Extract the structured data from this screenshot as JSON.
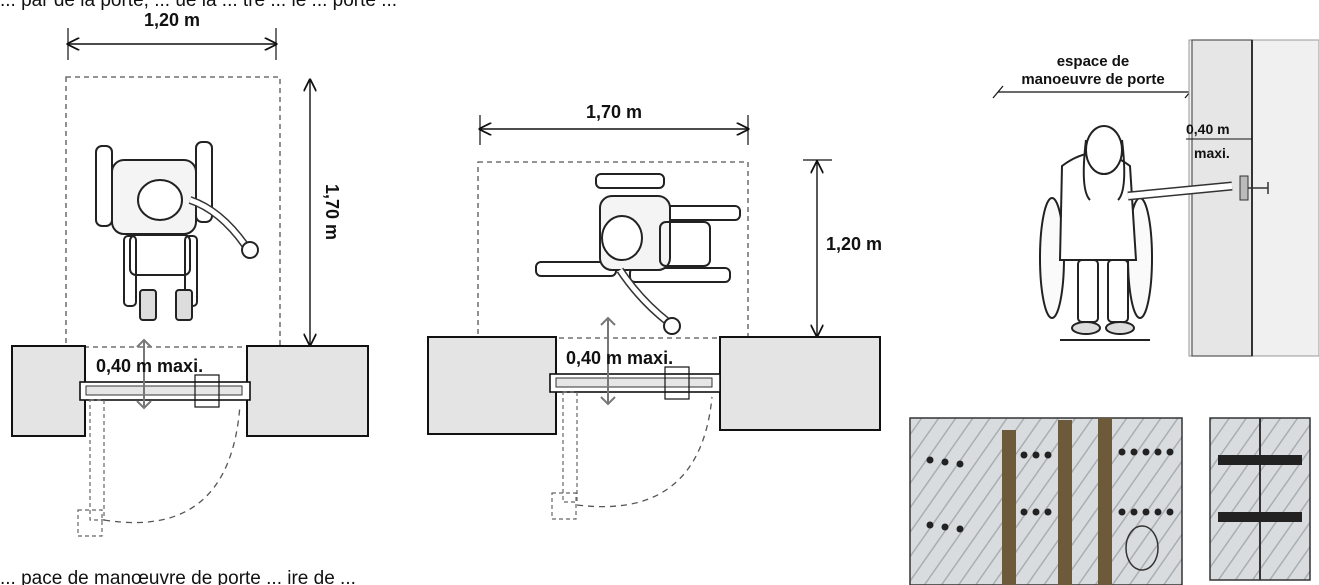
{
  "top_caption": "... par de la porte, ... ue la ... tre ... ie ... porte ... ",
  "bottom_caption": "... pace de manœuvre de porte ... ire de ... ",
  "panel_left": {
    "width_label": "1,20 m",
    "depth_label": "1,70 m",
    "offset_label": "0,40 m maxi."
  },
  "panel_middle": {
    "width_label": "1,70 m",
    "depth_label": "1,20 m",
    "offset_label": "0,40 m maxi."
  },
  "panel_right": {
    "zone_label_line1": "espace de",
    "zone_label_line2": "manoeuvre de porte",
    "offset_label_line1": "0,40 m",
    "offset_label_line2": "maxi."
  },
  "colors": {
    "ink": "#111111",
    "wall_fill": "#e4e4e4",
    "glass": "#c9cdd0",
    "band": "#333333"
  }
}
